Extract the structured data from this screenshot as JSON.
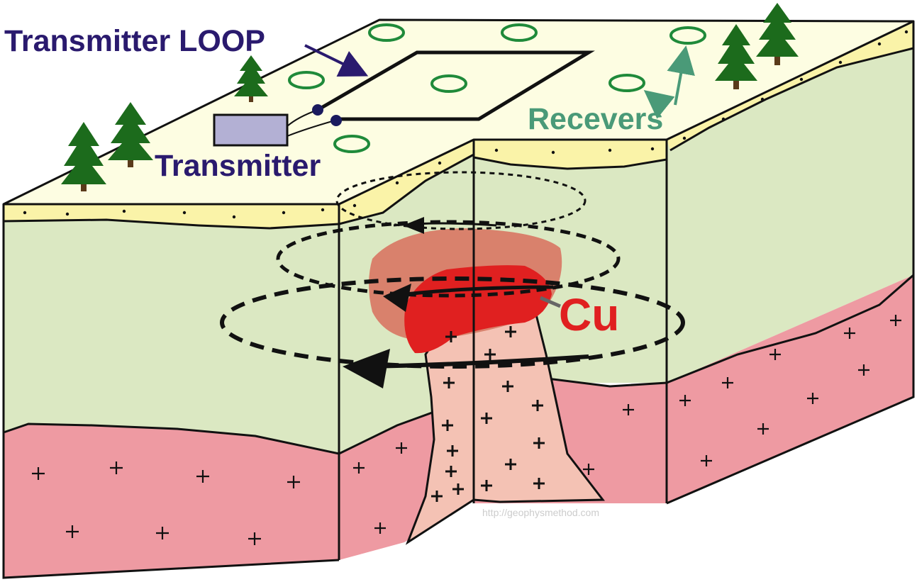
{
  "labels": {
    "transmitter_loop": "Transmitter LOOP",
    "transmitter": "Transmitter",
    "receivers": "Recevers",
    "ore": "Cu",
    "watermark": "http://geophysmethod.com"
  },
  "colors": {
    "navy_label": "#2a1a6e",
    "receiver_green": "#1f8a3a",
    "receiver_label": "#4a9a78",
    "ore_red": "#e02020",
    "surface": "#fdfde2",
    "sand": "#faf3a8",
    "green_layer": "#dbe8c2",
    "pink_layer": "#ee9aa2",
    "intrusion": "#f4c2b4",
    "tree": "#1c6b1c"
  },
  "icons": [
    "tree-icon",
    "receiver-coil-icon",
    "transmitter-box-icon",
    "current-arrow-icon"
  ]
}
